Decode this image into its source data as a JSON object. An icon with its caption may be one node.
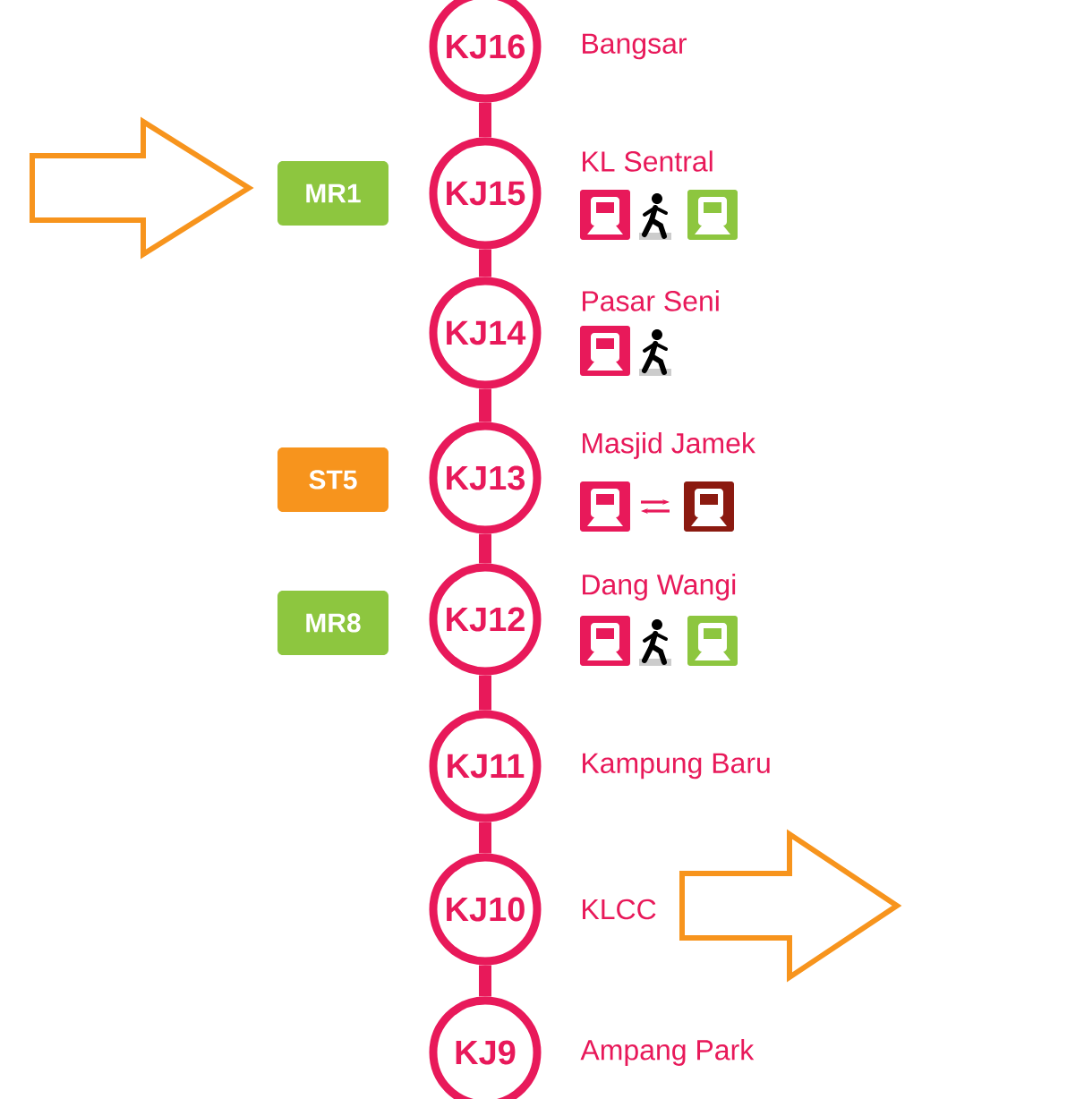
{
  "diagram": {
    "nodes": [
      {
        "text": [
          "KJ16"
        ],
        "beside": [
          "Bangsar"
        ]
      },
      {
        "text": [
          "KJ15"
        ],
        "beside": [
          "KL Sentral"
        ]
      },
      {
        "text": [
          "KJ14"
        ],
        "beside": [
          "Pasar Seni"
        ]
      },
      {
        "text": [
          "KJ13"
        ],
        "beside": [
          "Masjid Jamek"
        ]
      },
      {
        "text": [
          "KJ12"
        ],
        "beside": [
          "Dang Wangi"
        ]
      },
      {
        "text": [
          "KJ11"
        ],
        "beside": [
          "Kampung Baru"
        ]
      },
      {
        "text": [
          "KJ10"
        ],
        "beside": [
          "KLCC"
        ]
      },
      {
        "text": [
          "KJ9"
        ],
        "beside": [
          "Ampang Park"
        ]
      },
      {
        "text": [
          "MR1"
        ]
      },
      {
        "text": [
          "ST5"
        ]
      },
      {
        "text": [
          "MR8"
        ]
      }
    ],
    "edges": [
      {
        "from": 0,
        "to": 1,
        "arrow": "none"
      },
      {
        "from": 1,
        "to": 2,
        "arrow": "none"
      },
      {
        "from": 2,
        "to": 3,
        "arrow": "none"
      },
      {
        "from": 3,
        "to": 4,
        "arrow": "none"
      },
      {
        "from": 4,
        "to": 5,
        "arrow": "none"
      },
      {
        "from": 5,
        "to": 6,
        "arrow": "none"
      },
      {
        "from": 6,
        "to": 7,
        "arrow": "none"
      }
    ]
  }
}
